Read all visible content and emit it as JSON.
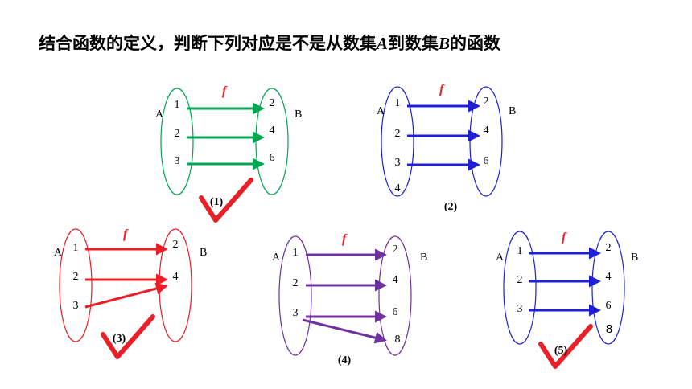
{
  "title": {
    "prefix": "结合函数的定义，判断下列对应是不是从数集",
    "setA": "A",
    "mid": "到数集",
    "setB": "B",
    "suffix": "的函数"
  },
  "colors": {
    "green": "#00a651",
    "blue": "#1f1fd6",
    "red": "#ee1c25",
    "purple": "#7030a0",
    "check": "#e8202a",
    "fn_label": "#e8202a"
  },
  "diagrams": [
    {
      "caption": "(1)",
      "fn_label": "f",
      "set_a_label": "A",
      "set_b_label": "B",
      "domain": [
        "1",
        "2",
        "3"
      ],
      "codomain": [
        "2",
        "4",
        "6"
      ],
      "mapping": [
        [
          0,
          0
        ],
        [
          1,
          1
        ],
        [
          2,
          2
        ]
      ],
      "color": "green",
      "checkmark": true
    },
    {
      "caption": "(2)",
      "fn_label": "f",
      "set_a_label": "A",
      "set_b_label": "B",
      "domain": [
        "1",
        "2",
        "3",
        "4"
      ],
      "codomain": [
        "2",
        "4",
        "6"
      ],
      "mapping": [
        [
          0,
          0
        ],
        [
          1,
          1
        ],
        [
          2,
          2
        ]
      ],
      "color": "blue",
      "checkmark": false
    },
    {
      "caption": "(3)",
      "fn_label": "f",
      "set_a_label": "A",
      "set_b_label": "B",
      "domain": [
        "1",
        "2",
        "3"
      ],
      "codomain": [
        "2",
        "4"
      ],
      "mapping": [
        [
          0,
          0
        ],
        [
          1,
          1
        ],
        [
          2,
          1
        ]
      ],
      "color": "red",
      "checkmark": true
    },
    {
      "caption": "(4)",
      "fn_label": "f",
      "set_a_label": "A",
      "set_b_label": "B",
      "domain": [
        "1",
        "2",
        "3"
      ],
      "codomain": [
        "2",
        "4",
        "6",
        "8"
      ],
      "mapping": [
        [
          0,
          0
        ],
        [
          1,
          1
        ],
        [
          2,
          2
        ],
        [
          2,
          3
        ]
      ],
      "color": "purple",
      "checkmark": false
    },
    {
      "caption": "(5)",
      "fn_label": "f",
      "set_a_label": "A",
      "set_b_label": "B",
      "domain": [
        "1",
        "2",
        "3"
      ],
      "codomain": [
        "2",
        "4",
        "6",
        "8"
      ],
      "mapping": [
        [
          0,
          0
        ],
        [
          1,
          1
        ],
        [
          2,
          2
        ]
      ],
      "color": "blue",
      "checkmark": true
    }
  ]
}
